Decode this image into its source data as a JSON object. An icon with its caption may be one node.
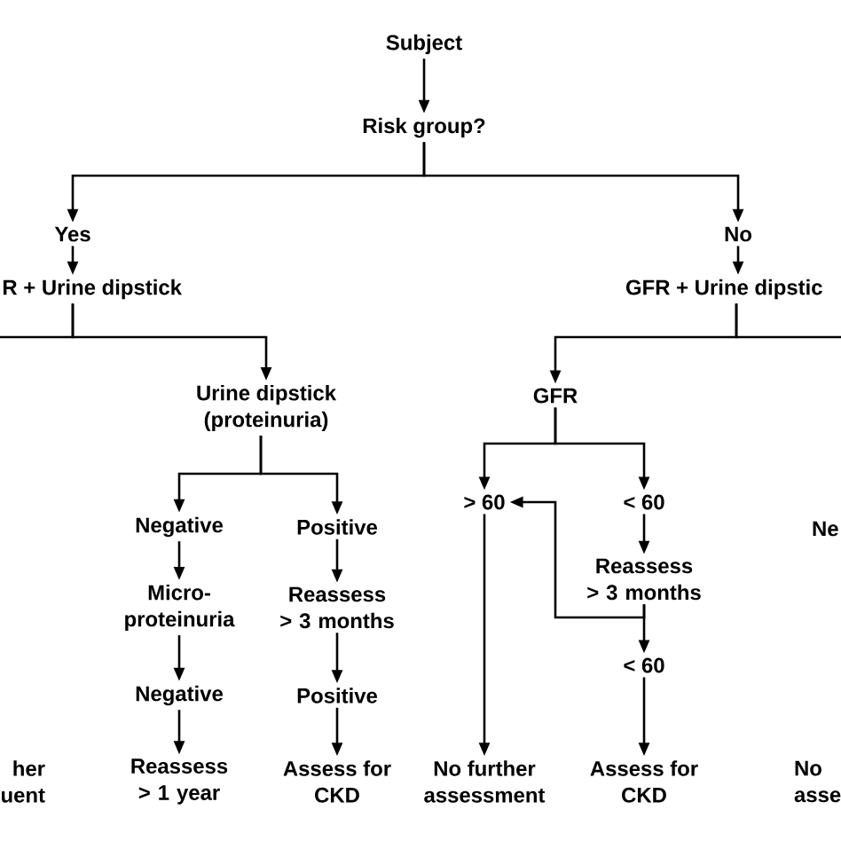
{
  "diagram": {
    "nodes": [
      {
        "text": [
          "Subject"
        ]
      },
      {
        "text": [
          "Risk group?"
        ]
      },
      {
        "text": [
          "Yes"
        ]
      },
      {
        "text": [
          "No"
        ]
      },
      {
        "text": [
          "R + Urine dipstick"
        ]
      },
      {
        "text": [
          "GFR + Urine dipstic"
        ]
      },
      {
        "text": [
          "Urine dipstick (proteinuria)"
        ]
      },
      {
        "text": [
          "GFR"
        ]
      },
      {
        "text": [
          "Negative"
        ]
      },
      {
        "text": [
          "Positive"
        ]
      },
      {
        "text": [
          "> 60"
        ]
      },
      {
        "text": [
          "< 60"
        ]
      },
      {
        "text": [
          "Ne"
        ]
      },
      {
        "text": [
          "Micro- proteinuria"
        ]
      },
      {
        "text": [
          "Reassess > 3 months"
        ]
      },
      {
        "text": [
          "Reassess > 3 months"
        ]
      },
      {
        "text": [
          "Negative"
        ]
      },
      {
        "text": [
          "Positive"
        ]
      },
      {
        "text": [
          "< 60"
        ]
      },
      {
        "text": [
          "her uent"
        ]
      },
      {
        "text": [
          "Reassess > 1 year"
        ]
      },
      {
        "text": [
          "Assess for CKD"
        ]
      },
      {
        "text": [
          "No further assessment"
        ]
      },
      {
        "text": [
          "Assess for CKD"
        ]
      },
      {
        "text": [
          "No asse"
        ]
      }
    ],
    "edges": [
      {
        "from": 0,
        "to": 1,
        "arrow": "to"
      },
      {
        "from": 1,
        "to": 2,
        "arrow": "to"
      },
      {
        "from": 1,
        "to": 3,
        "arrow": "to"
      },
      {
        "from": 2,
        "to": 4,
        "arrow": "to"
      },
      {
        "from": 3,
        "to": 5,
        "arrow": "to"
      },
      {
        "from": 4,
        "to": null,
        "arrow": "none"
      },
      {
        "from": 4,
        "to": 6,
        "arrow": "to"
      },
      {
        "from": 5,
        "to": 7,
        "arrow": "to"
      },
      {
        "from": 5,
        "to": null,
        "arrow": "none"
      },
      {
        "from": 6,
        "to": 8,
        "arrow": "to"
      },
      {
        "from": 6,
        "to": 9,
        "arrow": "to"
      },
      {
        "from": 7,
        "to": 10,
        "arrow": "to"
      },
      {
        "from": 7,
        "to": 11,
        "arrow": "to"
      },
      {
        "from": 8,
        "to": 13,
        "arrow": "to"
      },
      {
        "from": 9,
        "to": 14,
        "arrow": "to"
      },
      {
        "from": 11,
        "to": 15,
        "arrow": "to"
      },
      {
        "from": 13,
        "to": 16,
        "arrow": "to"
      },
      {
        "from": 14,
        "to": 17,
        "arrow": "to"
      },
      {
        "from": 15,
        "to": 18,
        "arrow": "to"
      },
      {
        "from": 15,
        "to": 10,
        "arrow": "to"
      },
      {
        "from": 10,
        "to": 22,
        "arrow": "to"
      },
      {
        "from": 16,
        "to": 20,
        "arrow": "to"
      },
      {
        "from": 17,
        "to": 21,
        "arrow": "to"
      },
      {
        "from": 18,
        "to": 23,
        "arrow": "to"
      }
    ]
  }
}
